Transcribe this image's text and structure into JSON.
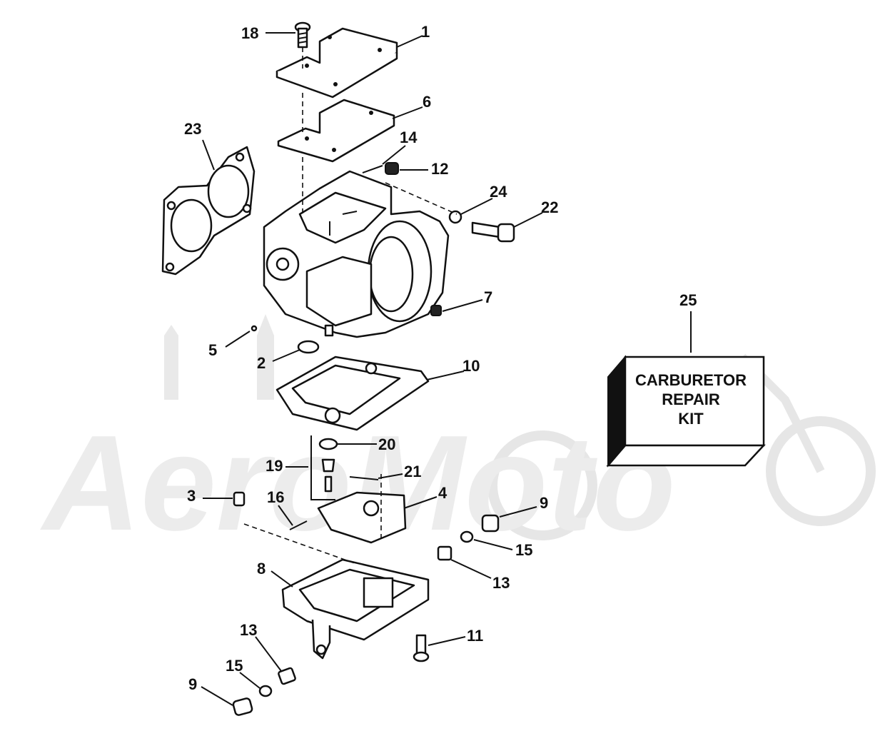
{
  "watermark": {
    "text": "AeroMoto"
  },
  "callouts": [
    {
      "id": "c18",
      "label": "18"
    },
    {
      "id": "c1",
      "label": "1"
    },
    {
      "id": "c6",
      "label": "6"
    },
    {
      "id": "c23",
      "label": "23"
    },
    {
      "id": "c14",
      "label": "14"
    },
    {
      "id": "c12",
      "label": "12"
    },
    {
      "id": "c24",
      "label": "24"
    },
    {
      "id": "c22",
      "label": "22"
    },
    {
      "id": "c7",
      "label": "7"
    },
    {
      "id": "c25",
      "label": "25"
    },
    {
      "id": "c5",
      "label": "5"
    },
    {
      "id": "c2",
      "label": "2"
    },
    {
      "id": "c10",
      "label": "10"
    },
    {
      "id": "c20",
      "label": "20"
    },
    {
      "id": "c19",
      "label": "19"
    },
    {
      "id": "c21",
      "label": "21"
    },
    {
      "id": "c3",
      "label": "3"
    },
    {
      "id": "c16",
      "label": "16"
    },
    {
      "id": "c4",
      "label": "4"
    },
    {
      "id": "c9a",
      "label": "9"
    },
    {
      "id": "c15a",
      "label": "15"
    },
    {
      "id": "c8",
      "label": "8"
    },
    {
      "id": "c13a",
      "label": "13"
    },
    {
      "id": "c11",
      "label": "11"
    },
    {
      "id": "c13b",
      "label": "13"
    },
    {
      "id": "c15b",
      "label": "15"
    },
    {
      "id": "c9b",
      "label": "9"
    }
  ],
  "kit_box": {
    "line1": "CARBURETOR",
    "line2": "REPAIR",
    "line3": "KIT"
  }
}
